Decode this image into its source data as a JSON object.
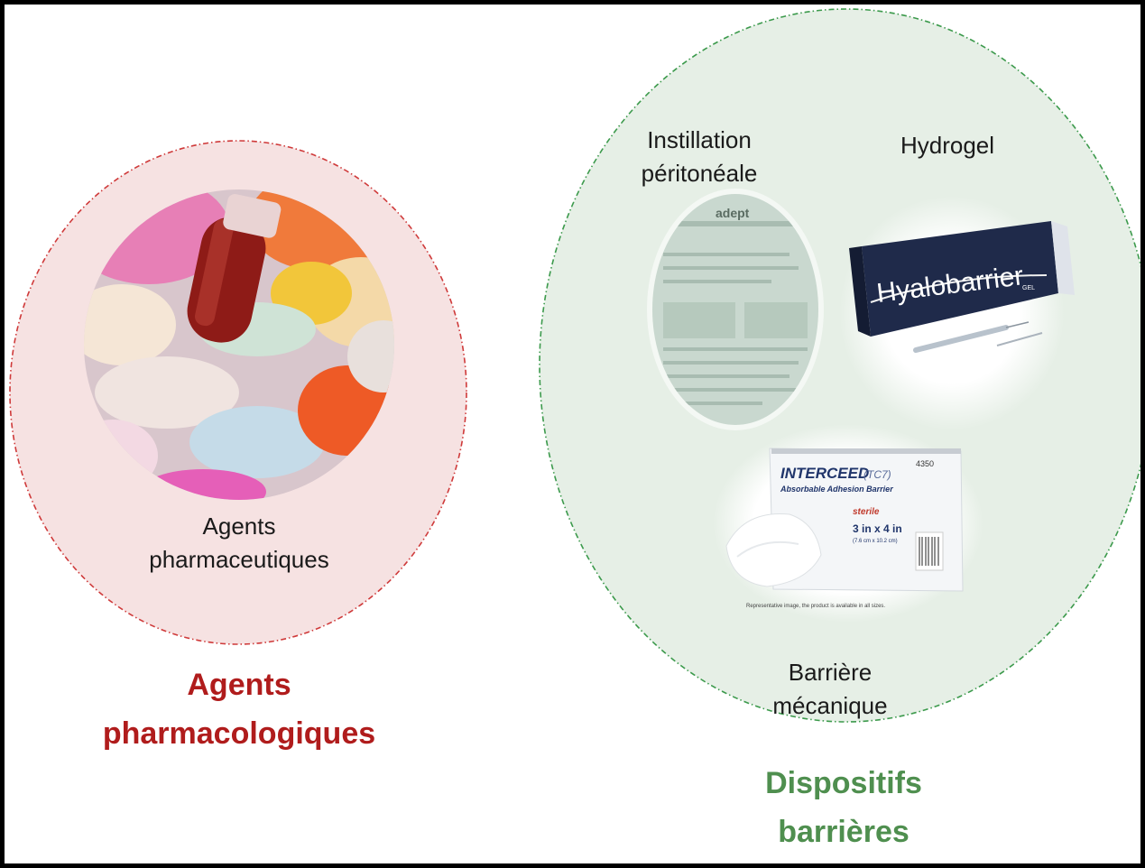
{
  "left_group": {
    "item_label": "Agents\npharmaceutiques",
    "title": "Agents\npharmacologiques",
    "title_color": "#b01c1c",
    "fill_color": "#f6e2e2",
    "border_color": "#cf3a3a"
  },
  "right_group": {
    "title": "Dispositifs\nbarrières",
    "title_color": "#4f8f4f",
    "fill_color": "#e6efe6",
    "border_color": "#3c9a4c",
    "items": [
      {
        "label": "Instillation\npéritonéale"
      },
      {
        "label": "Hydrogel"
      },
      {
        "label": "Barrière\nmécanique"
      }
    ]
  },
  "product_images": {
    "adept_brand": "adept",
    "hyalobarrier_brand": "Hyalobarrier",
    "hyalobarrier_sub": "GEL",
    "interceed_brand": "INTERCEED",
    "interceed_code": "(TC7)",
    "interceed_number": "4350",
    "interceed_line1": "Absorbable  Adhesion Barrier",
    "interceed_sterile": "sterile",
    "interceed_size": "3 in x 4 in",
    "interceed_size_metric": "(7.6 cm x 10.2 cm)",
    "interceed_caption": "Representative image, the product is available in all sizes."
  }
}
